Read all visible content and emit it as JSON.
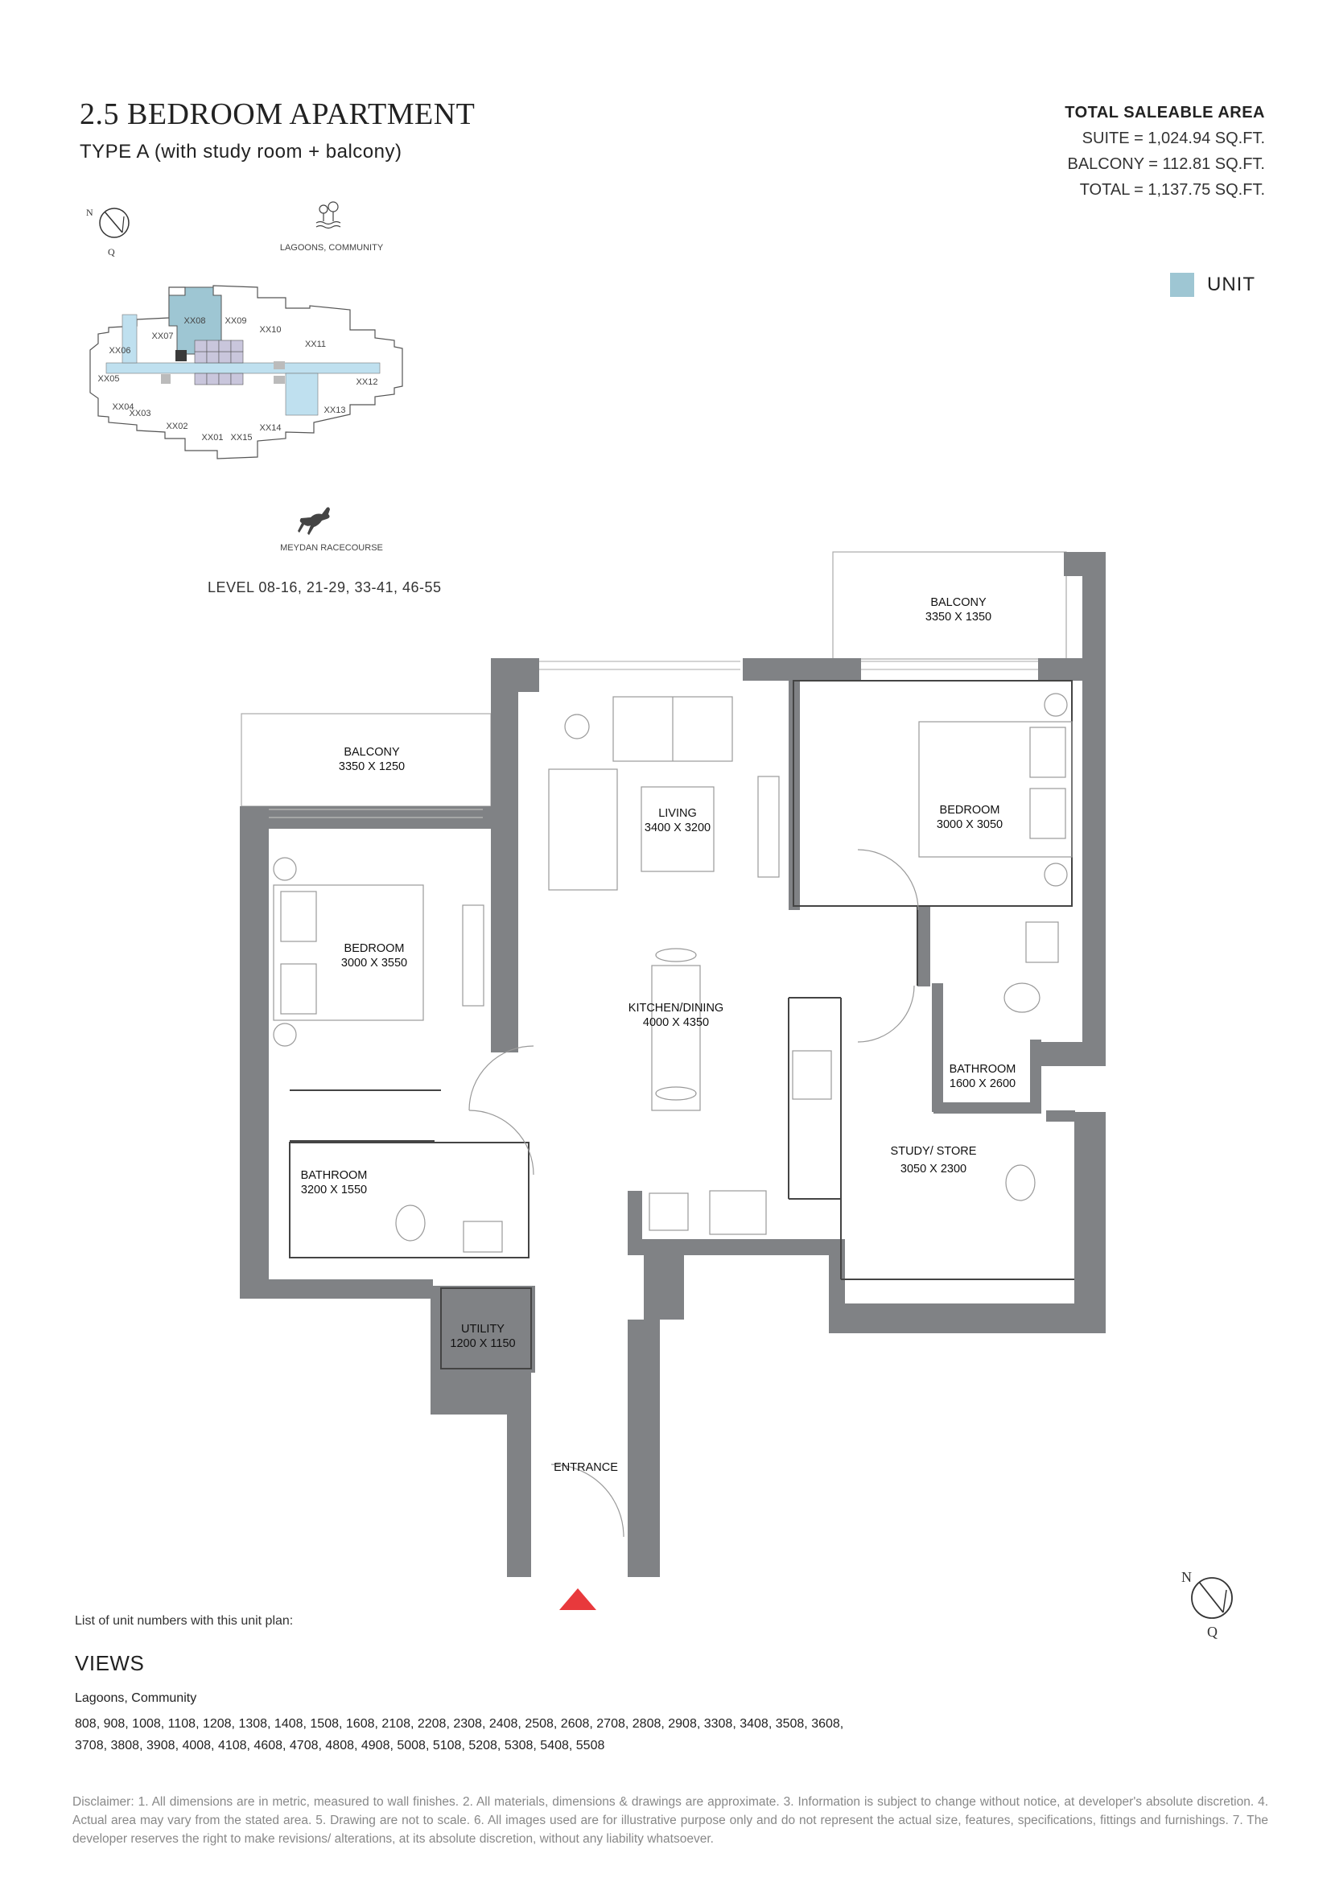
{
  "header": {
    "title": "2.5 BEDROOM APARTMENT",
    "subtitle": "TYPE A (with study room + balcony)"
  },
  "area": {
    "heading": "TOTAL SALEABLE AREA",
    "suite": "SUITE = 1,024.94 SQ.FT.",
    "balcony": "BALCONY = 112.81 SQ.FT.",
    "total": "TOTAL = 1,137.75 SQ.FT."
  },
  "legend": {
    "label": "UNIT",
    "color": "#9ec6d3"
  },
  "key_plan": {
    "top_view": "LAGOONS, COMMUNITY",
    "bottom_view": "MEYDAN RACECOURSE",
    "levels": "LEVEL 08-16, 21-29, 33-41, 46-55",
    "compass_n": "N",
    "compass_q": "Q",
    "units": [
      "XX01",
      "XX02",
      "XX03",
      "XX04",
      "XX05",
      "XX06",
      "XX07",
      "XX08",
      "XX09",
      "XX10",
      "XX11",
      "XX12",
      "XX13",
      "XX14",
      "XX15"
    ],
    "highlight_color": "#9ec6d3",
    "corridor_color": "#bfe0ef",
    "lift_color": "#c9c6dc"
  },
  "floor_plan": {
    "balcony_1": {
      "name": "BALCONY",
      "size": "3350 X 1350"
    },
    "balcony_2": {
      "name": "BALCONY",
      "size": "3350 X 1250"
    },
    "living": {
      "name": "LIVING",
      "size": "3400 X 3200"
    },
    "bedroom_1": {
      "name": "BEDROOM",
      "size": "3000 X 3050"
    },
    "bedroom_2": {
      "name": "BEDROOM",
      "size": "3000 X 3550"
    },
    "kitchen": {
      "name": "KITCHEN/DINING",
      "size": "4000 X 4350"
    },
    "bathroom_1": {
      "name": "BATHROOM",
      "size": "1600 X 2600"
    },
    "bathroom_2": {
      "name": "BATHROOM",
      "size": "3200 X 1550"
    },
    "study": {
      "name": "STUDY/ STORE",
      "size": "3050 X 2300"
    },
    "utility": {
      "name": "UTILITY",
      "size": "1200 X 1150"
    },
    "entrance": {
      "name": "ENTRANCE"
    },
    "wall_color": "#808285",
    "entrance_marker_color": "#e8393c"
  },
  "compass_bottom": {
    "n": "N",
    "q": "Q"
  },
  "list_intro": "List of unit numbers with this unit plan:",
  "views": {
    "title": "VIEWS",
    "subtitle": "Lagoons, Community",
    "units_line1": "808, 908, 1008, 1108, 1208, 1308, 1408, 1508, 1608, 2108, 2208, 2308, 2408, 2508, 2608, 2708, 2808, 2908, 3308, 3408, 3508, 3608,",
    "units_line2": "3708, 3808, 3908, 4008, 4108, 4608, 4708, 4808, 4908, 5008, 5108, 5208, 5308, 5408, 5508"
  },
  "disclaimer": "Disclaimer: 1. All dimensions are in metric, measured to wall finishes. 2. All materials, dimensions & drawings are approximate. 3. Information is subject to change without notice, at developer's absolute discretion. 4. Actual area may vary from the stated area. 5. Drawing are not to scale. 6. All images used are for illustrative purpose only and do not represent the actual size, features, specifications, fittings and furnishings. 7. The developer reserves the right to make revisions/ alterations, at its absolute discretion, without any liability whatsoever."
}
